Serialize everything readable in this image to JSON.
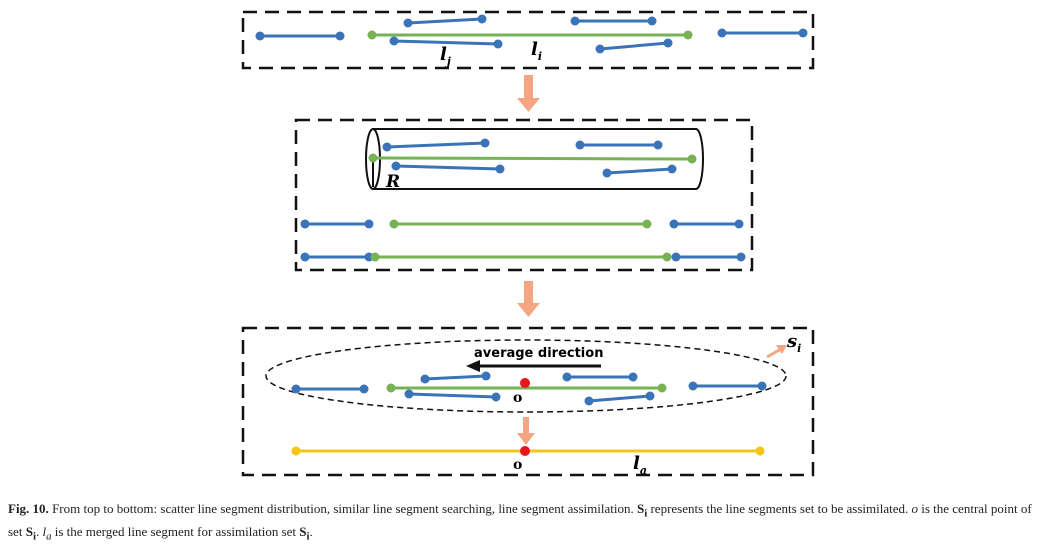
{
  "labels": {
    "lj_base": "l",
    "lj_sub": "j",
    "li_base": "l",
    "li_sub": "i",
    "R": "R",
    "si_base": "s",
    "si_sub": "i",
    "avg_dir": "average direction",
    "o1": "o",
    "o2": "o",
    "la_base": "l",
    "la_sub": "a"
  },
  "caption": {
    "fig": "Fig. 10.",
    "t1": " From top to bottom: scatter line segment distribution, similar line segment searching, line segment assimilation. ",
    "S": "S",
    "s_sub": "i",
    "t2": " represents the line segments set to be assimilated. ",
    "o": "o",
    "t3": " is the central point of set ",
    "t4": ". ",
    "l": "l",
    "l_sub": "a",
    "t5": " is the merged line segment for assimilation set ",
    "t6": "."
  },
  "colors": {
    "blue": "#3a73b8",
    "green": "#77b255",
    "yellow": "#f5c518",
    "red": "#e8161b",
    "arrow": "#f4a582",
    "frame": "#111111"
  },
  "icons": [
    "down-arrow-icon",
    "cylinder-search-icon",
    "direction-arrow-icon",
    "pointer-arrow-icon"
  ]
}
